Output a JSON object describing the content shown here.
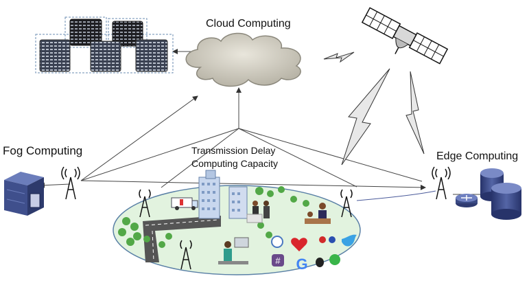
{
  "labels": {
    "cloud": "Cloud Computing",
    "fog": "Fog Computing",
    "edge": "Edge Computing",
    "transmission_delay": "Transmission Delay",
    "computing_capacity": "Computing Capacity"
  },
  "icons": {
    "datacenter": "server-rack-icon",
    "cloud": "cloud-icon",
    "satellite": "satellite-icon",
    "fog_server": "server-tower-icon",
    "edge_servers": "database-router-icon",
    "towers": "cell-tower-icon",
    "city": "city-icon",
    "apps": [
      "heart-icon",
      "twitter-icon",
      "google-icon",
      "apple-icon",
      "whatsapp-icon",
      "safari-icon",
      "hashtag-icon",
      "pinterest-icon"
    ]
  },
  "colors": {
    "ground": "#e3f3e3",
    "server_blue": "#3f4f8c",
    "edge_blue": "#3a4a84",
    "cloud_fill": "#d6d3c8",
    "lightning": "#e6e6e6",
    "road": "#555555"
  }
}
